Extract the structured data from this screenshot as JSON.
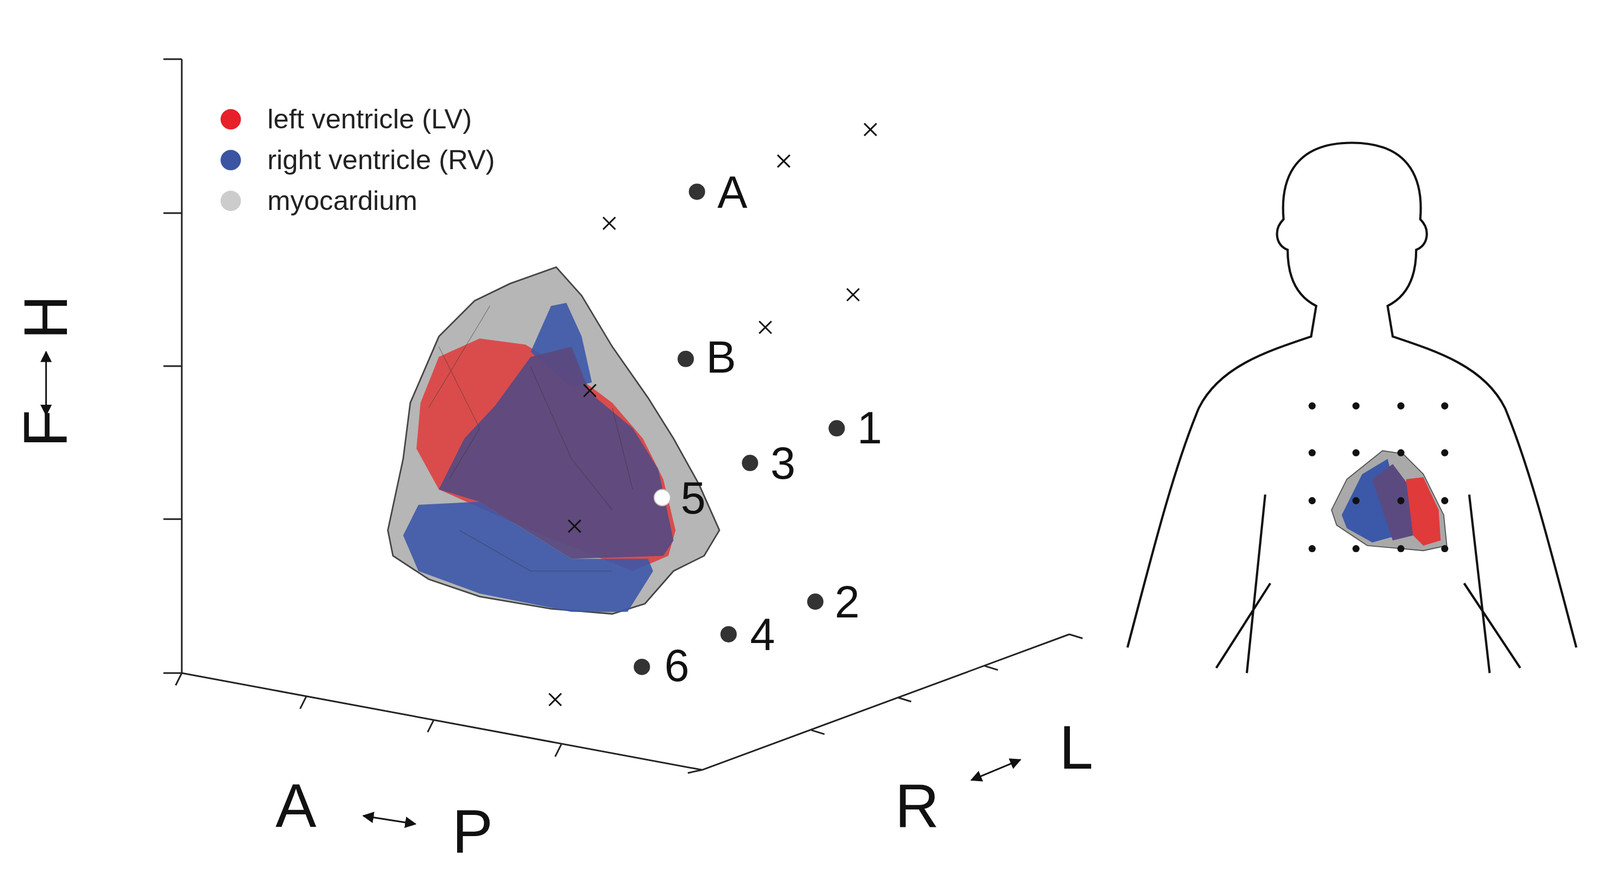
{
  "diagram": {
    "labels": [
      "A",
      "B",
      "1",
      "3",
      "5",
      "2",
      "4",
      "6",
      "F",
      "H",
      "A",
      "P",
      "R",
      "L"
    ],
    "legend": [
      {
        "text": "left ventricle (LV)",
        "color": "#e8202a"
      },
      {
        "text": "right ventricle (RV)",
        "color": "#3b55a3"
      },
      {
        "text": "myocardium",
        "color": "#cccccc"
      }
    ]
  }
}
